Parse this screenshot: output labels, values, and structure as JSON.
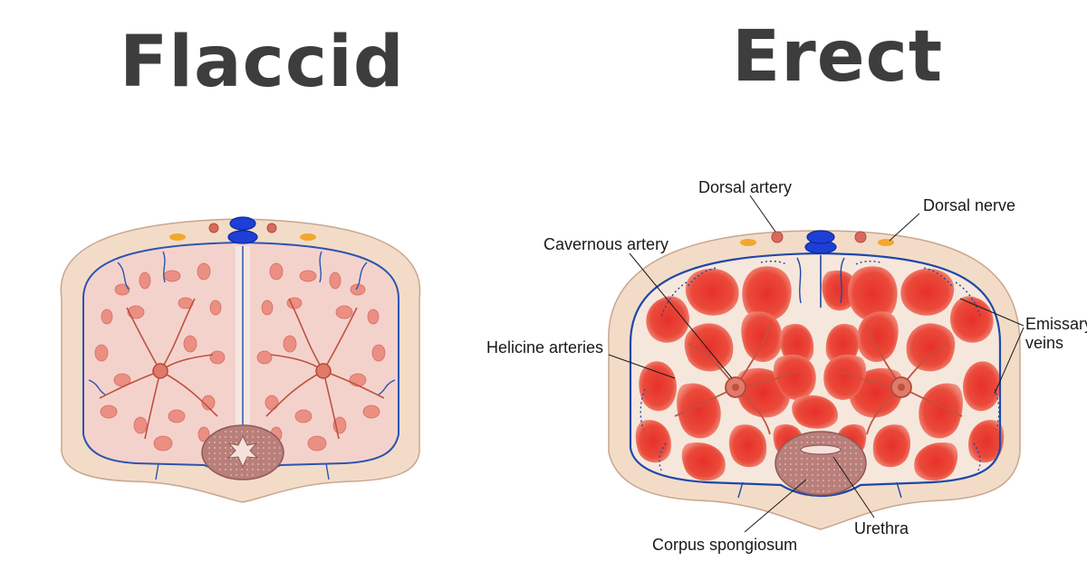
{
  "titles": {
    "left": "Flaccid",
    "right": "Erect"
  },
  "labels": {
    "dorsal_artery": "Dorsal artery",
    "dorsal_nerve": "Dorsal nerve",
    "cavernous_artery": "Cavernous artery",
    "emissary_veins_line1": "Emissary",
    "emissary_veins_line2": "veins",
    "helicine_arteries": "Helicine arteries",
    "urethra": "Urethra",
    "corpus_spongiosum": "Corpus spongiosum"
  },
  "colors": {
    "skin": "#f3dcc7",
    "skin_outline": "#c9a58e",
    "flaccid_tissue": "#f4d2cc",
    "sinusoid_flaccid": "#eb8f83",
    "sinusoid_erect": "#e8382c",
    "vein": "#1f48a8",
    "deep_vein": "#1d3fd6",
    "artery": "#c0513f",
    "nerve": "#f0a830",
    "spongiosum": "#b97f7a"
  }
}
